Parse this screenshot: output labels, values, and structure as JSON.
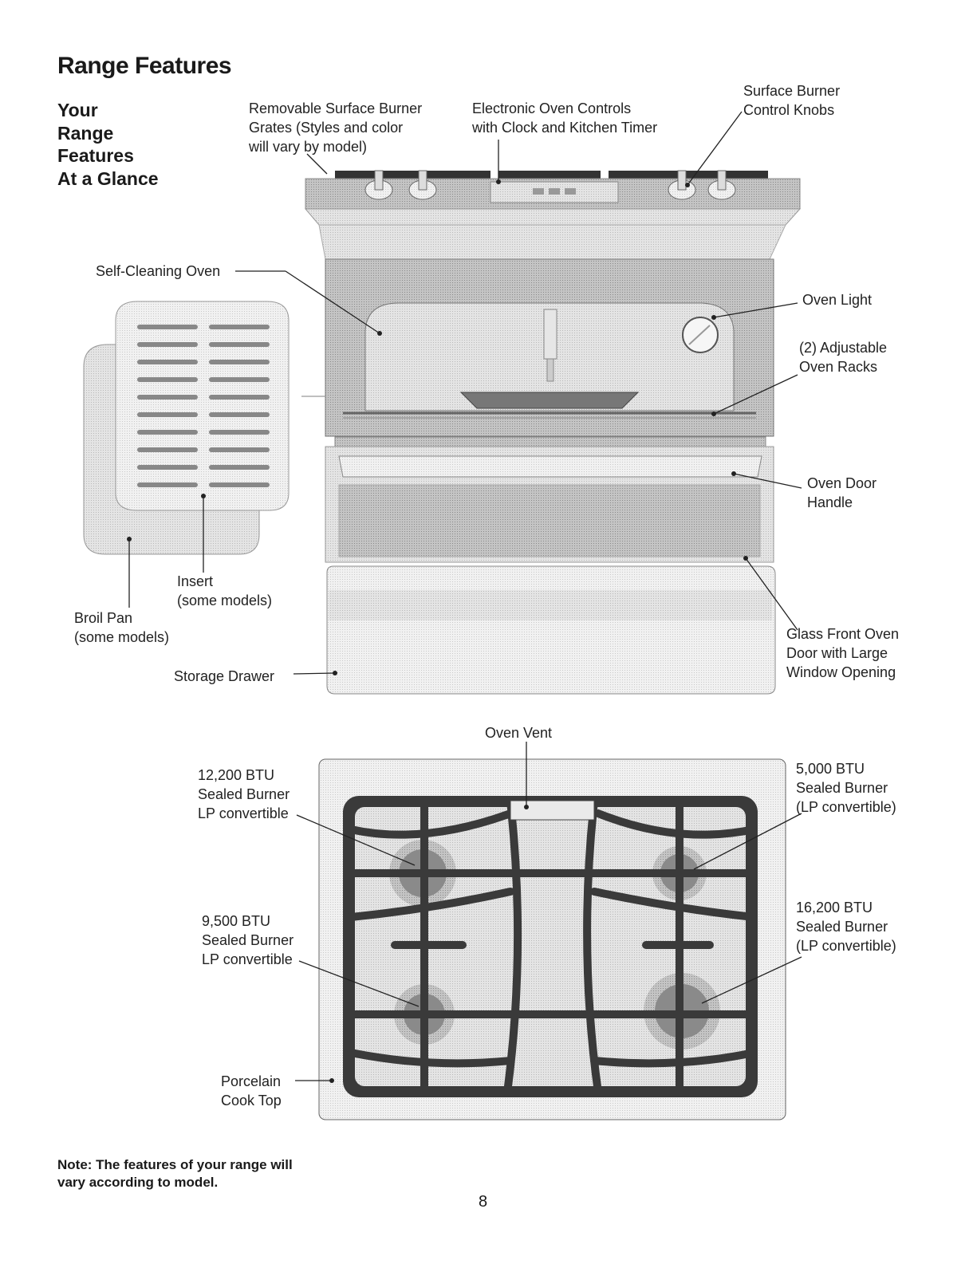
{
  "page": {
    "title": "Range Features",
    "subtitle": [
      "Your",
      "Range",
      "Features",
      "At a Glance"
    ],
    "note": [
      "Note: The features of your range will",
      "vary according to model."
    ],
    "page_number": "8"
  },
  "labels": {
    "grates": [
      "Removable Surface Burner",
      "Grates (Styles and color",
      "will vary by model)"
    ],
    "controls": [
      "Electronic Oven Controls",
      "with Clock and Kitchen Timer"
    ],
    "knobs": [
      "Surface Burner",
      "Control Knobs"
    ],
    "self_clean": [
      "Self-Cleaning Oven"
    ],
    "oven_light": [
      "Oven Light"
    ],
    "racks": [
      "(2) Adjustable",
      "Oven Racks"
    ],
    "door_handle": [
      "Oven Door",
      "Handle"
    ],
    "insert": [
      "Insert",
      "(some models)"
    ],
    "broil_pan": [
      "Broil Pan",
      "(some models)"
    ],
    "glass_door": [
      "Glass Front Oven",
      "Door with Large",
      "Window Opening"
    ],
    "storage_drawer": [
      "Storage Drawer"
    ],
    "oven_vent": [
      "Oven Vent"
    ],
    "burner_lf": [
      "12,200 BTU",
      "Sealed Burner",
      "LP convertible"
    ],
    "burner_rf": [
      "5,000 BTU",
      "Sealed Burner",
      "(LP convertible)"
    ],
    "burner_lr": [
      "9,500 BTU",
      "Sealed Burner",
      "LP convertible"
    ],
    "burner_rr": [
      "16,200 BTU",
      "Sealed Burner",
      "(LP convertible)"
    ],
    "cooktop": [
      "Porcelain",
      "Cook Top"
    ]
  }
}
